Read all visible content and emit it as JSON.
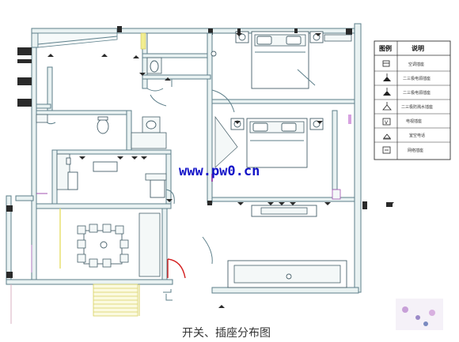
{
  "diagram": {
    "caption": "开关、插座分布图",
    "watermark": "www.pw0.cn"
  },
  "legend": {
    "header_symbol": "图例",
    "header_desc": "说明",
    "rows": [
      {
        "icon": "air-conditioner-socket-icon",
        "desc": "空调插座"
      },
      {
        "icon": "two-three-pole-socket-icon",
        "desc": "二三极电源插座"
      },
      {
        "icon": "two-three-pole-socket-icon",
        "desc": "二三极电源插座"
      },
      {
        "icon": "splashproof-socket-icon",
        "desc": "二三极防溅水插座"
      },
      {
        "icon": "tv-socket-icon",
        "desc": "电视插座"
      },
      {
        "icon": "telephone-socket-icon",
        "desc": "室空电话"
      },
      {
        "icon": "network-socket-icon",
        "desc": "网络插座"
      }
    ]
  },
  "colors": {
    "wall": "#5d7f8a",
    "wall_fill": "#e9f2f2",
    "door_red": "#d42020",
    "window_purple": "#a050b0",
    "stair_yellow": "#d8d060",
    "watermark_blue": "#1414c8"
  }
}
